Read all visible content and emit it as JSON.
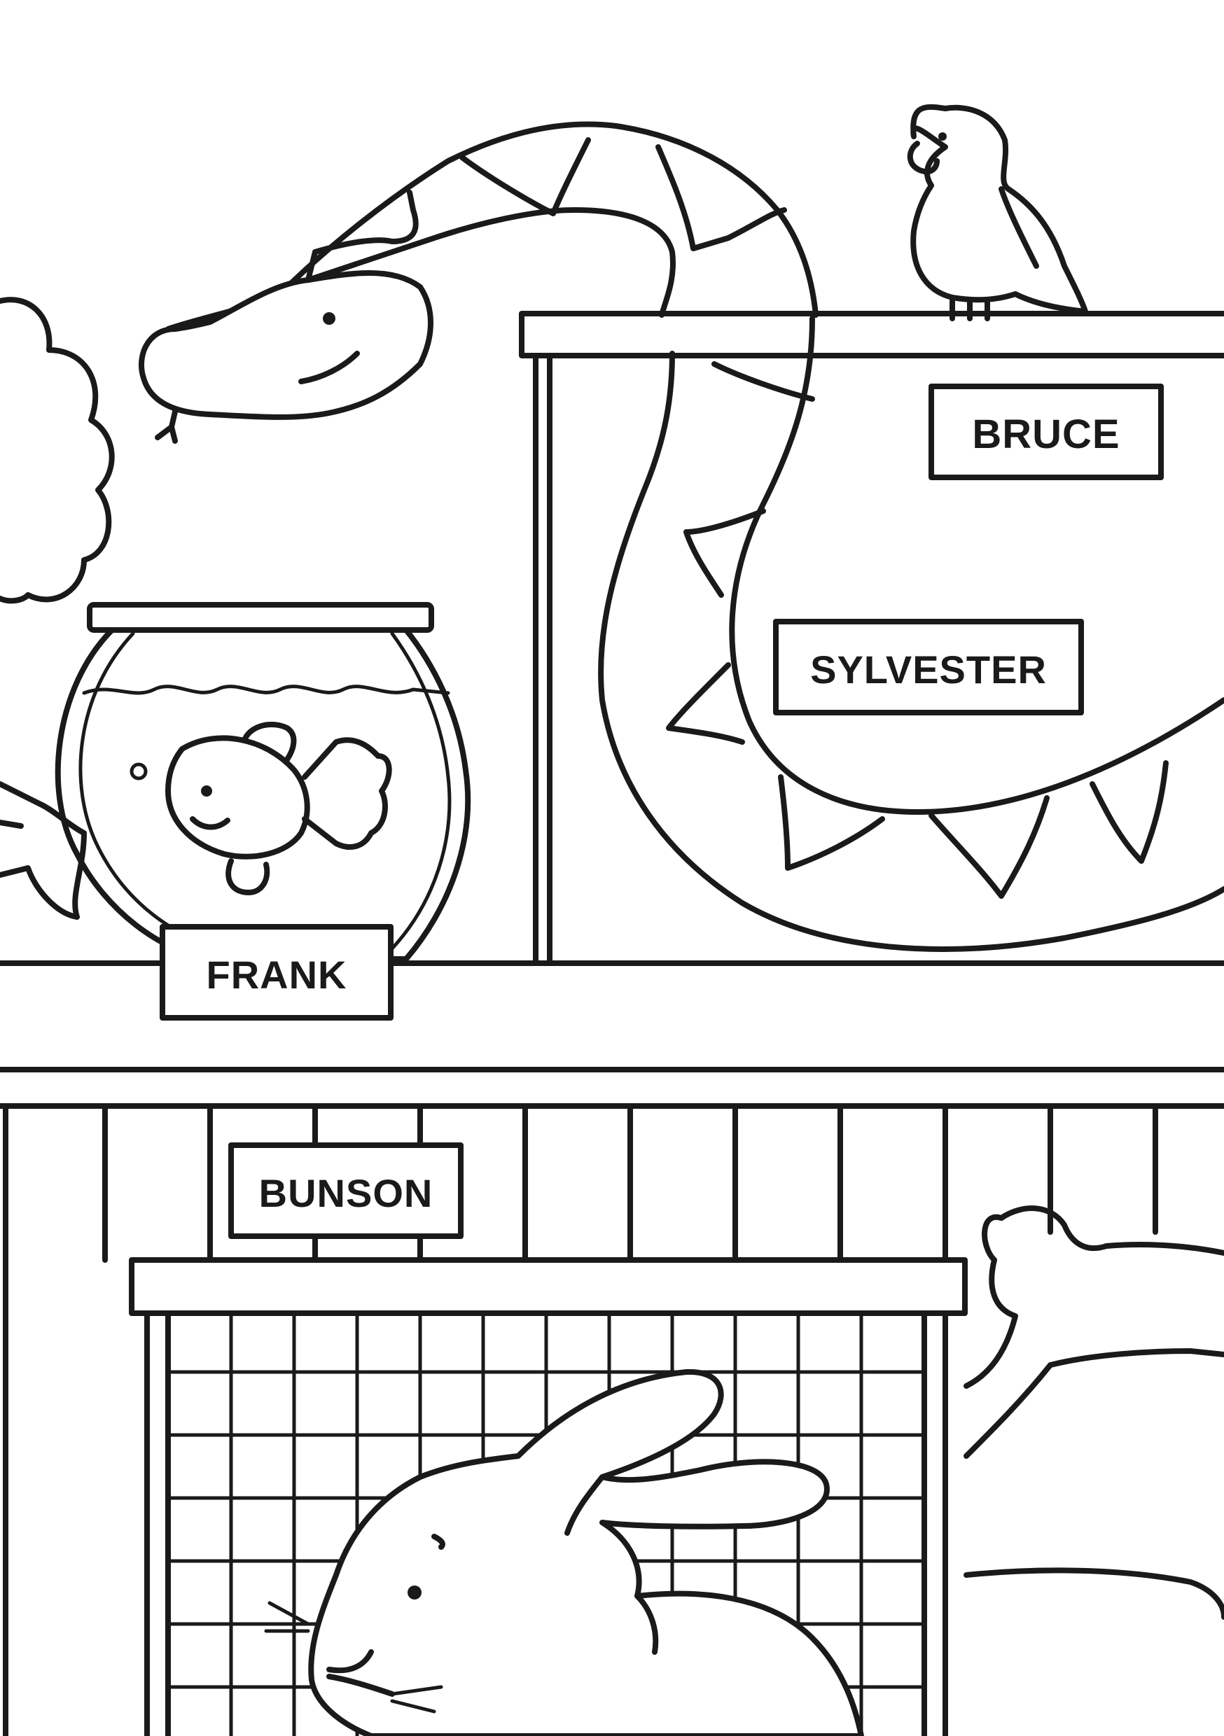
{
  "signs": {
    "bruce": "BRUCE",
    "sylvester": "SYLVESTER",
    "frank": "FRANK",
    "bunson": "BUNSON"
  },
  "style": {
    "ink_color": "#1a1a1a",
    "paper_color": "#ffffff"
  }
}
